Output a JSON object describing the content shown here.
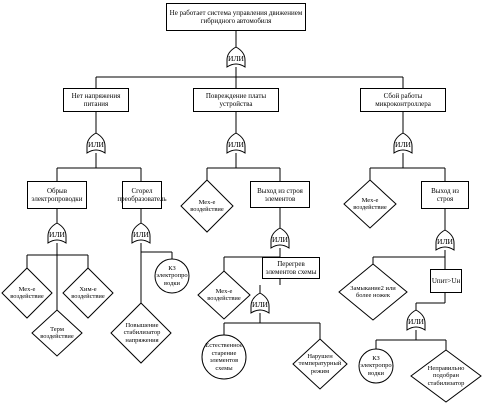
{
  "top_event": "Не работает система управления движением гибридного автомобиля",
  "gate_label": "ИЛИ",
  "branches": {
    "power": {
      "label": "Нет напряжения питания",
      "wire_break": "Обрыв электропроводки",
      "wire_mech": "Мех-е воздействие",
      "wire_therm": "Терм воздействие",
      "wire_chem": "Хим-е воздействие",
      "conv_burn": "Сгорел преобразователь",
      "conv_surge": "Повышение стабилизатор напряжения",
      "conv_short": "КЗ электропро водки"
    },
    "board": {
      "label": "Повреждение платы устройства",
      "mech": "Мех-е воздействие",
      "elem_fail": "Выход из строя элементов",
      "mech2": "Мех-е воздействие",
      "overheat": "Перегрев элементов схемы",
      "aging": "Естественное старение элементов схемы",
      "temp_violation": "Нарушен температурный режим"
    },
    "mcu": {
      "label": "Сбой работы микроконтроллера",
      "mech": "Мех-е воздействие",
      "failure": "Выход из строя",
      "short2": "Замыкание2 или более ножек",
      "voltage": "Uпит>Uн",
      "short": "КЗ электропро водки",
      "bad_stab": "Неправильно подобран стабилизатор"
    }
  }
}
